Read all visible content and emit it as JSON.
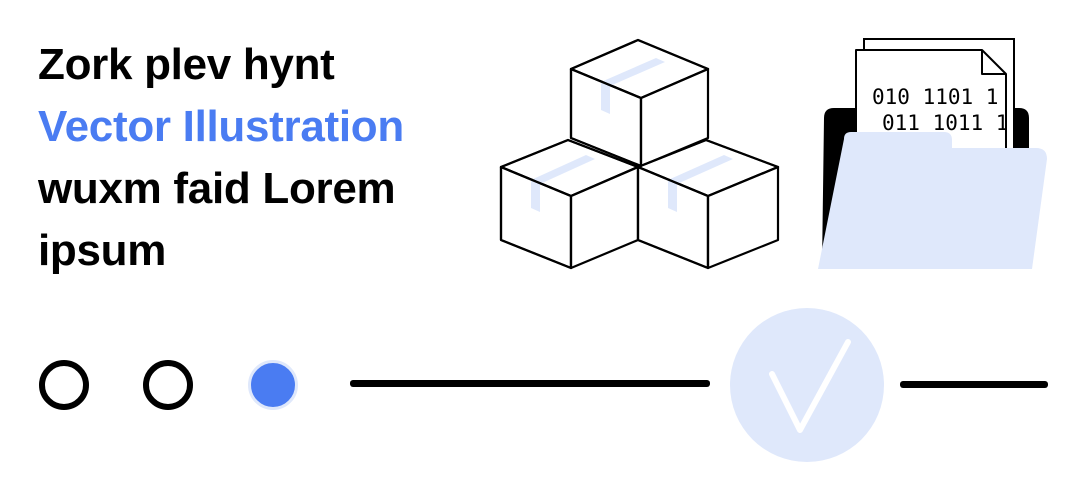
{
  "headline": {
    "line1": "Zork plev hynt",
    "line2": "Vector Illustration",
    "line3": "wuxm faid Lorem",
    "line4": "ipsum"
  },
  "document": {
    "row1": "010 1101 1",
    "row2": "011 1011 1"
  },
  "progress": {
    "total_steps": 3,
    "current_step": 3
  },
  "colors": {
    "accent": "#4a7cf2",
    "accent_light": "#dfe8fb",
    "ink": "#000000",
    "background": "#ffffff"
  },
  "icons": [
    "stacked-boxes-icon",
    "binary-file-folder-icon",
    "checkmark-circle-icon"
  ]
}
